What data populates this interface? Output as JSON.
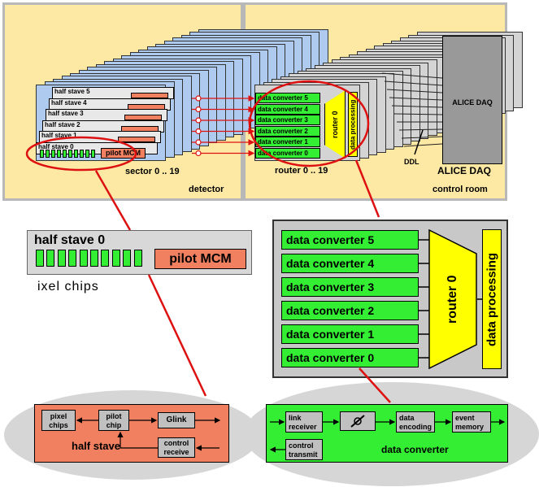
{
  "colors": {
    "panel_yellow": "#fde9a4",
    "panel_grey": "#b8b8b8",
    "stack_blue": "#aecbef",
    "green": "#33ee33",
    "orange": "#f08060",
    "yellow": "#ffff00",
    "red": "#dd1111",
    "ellipse_grey": "#d6d6d6"
  },
  "detector": {
    "label": "detector",
    "sector_label": "sector 0 .. 19",
    "half_staves": [
      "half stave 5",
      "half stave 4",
      "half stave 3",
      "half stave 2",
      "half stave 1",
      "half stave 0"
    ],
    "mcm_label": "pilot MCM"
  },
  "control_room": {
    "label": "control room",
    "router_label": "router 0 .. 19",
    "converters": [
      "data converter 5",
      "data converter 4",
      "data converter 3",
      "data converter 2",
      "data converter 1",
      "data converter 0"
    ],
    "router_chip": "router 0",
    "processing": "data processing",
    "ddl": "DDL",
    "daq_box": "ALICE DAQ",
    "daq_label": "ALICE DAQ"
  },
  "half_stave_zoom": {
    "title": "half stave 0",
    "mcm": "pilot MCM",
    "chips_caption": "ixel chips"
  },
  "router_zoom": {
    "converters": [
      "data converter 5",
      "data converter 4",
      "data converter 3",
      "data converter 2",
      "data converter 1",
      "data converter 0"
    ],
    "router": "router 0",
    "processing": "data processing"
  },
  "half_stave_detail": {
    "pixel_chips": "pixel chips",
    "pilot_chip": "pilot chip",
    "glink": "Glink",
    "control_receive": "control receive",
    "label": "half stave"
  },
  "converter_detail": {
    "link_receiver": "link receiver",
    "data_encoding": "data encoding",
    "event_memory": "event memory",
    "control_transmit": "control transmit",
    "label": "data converter"
  }
}
